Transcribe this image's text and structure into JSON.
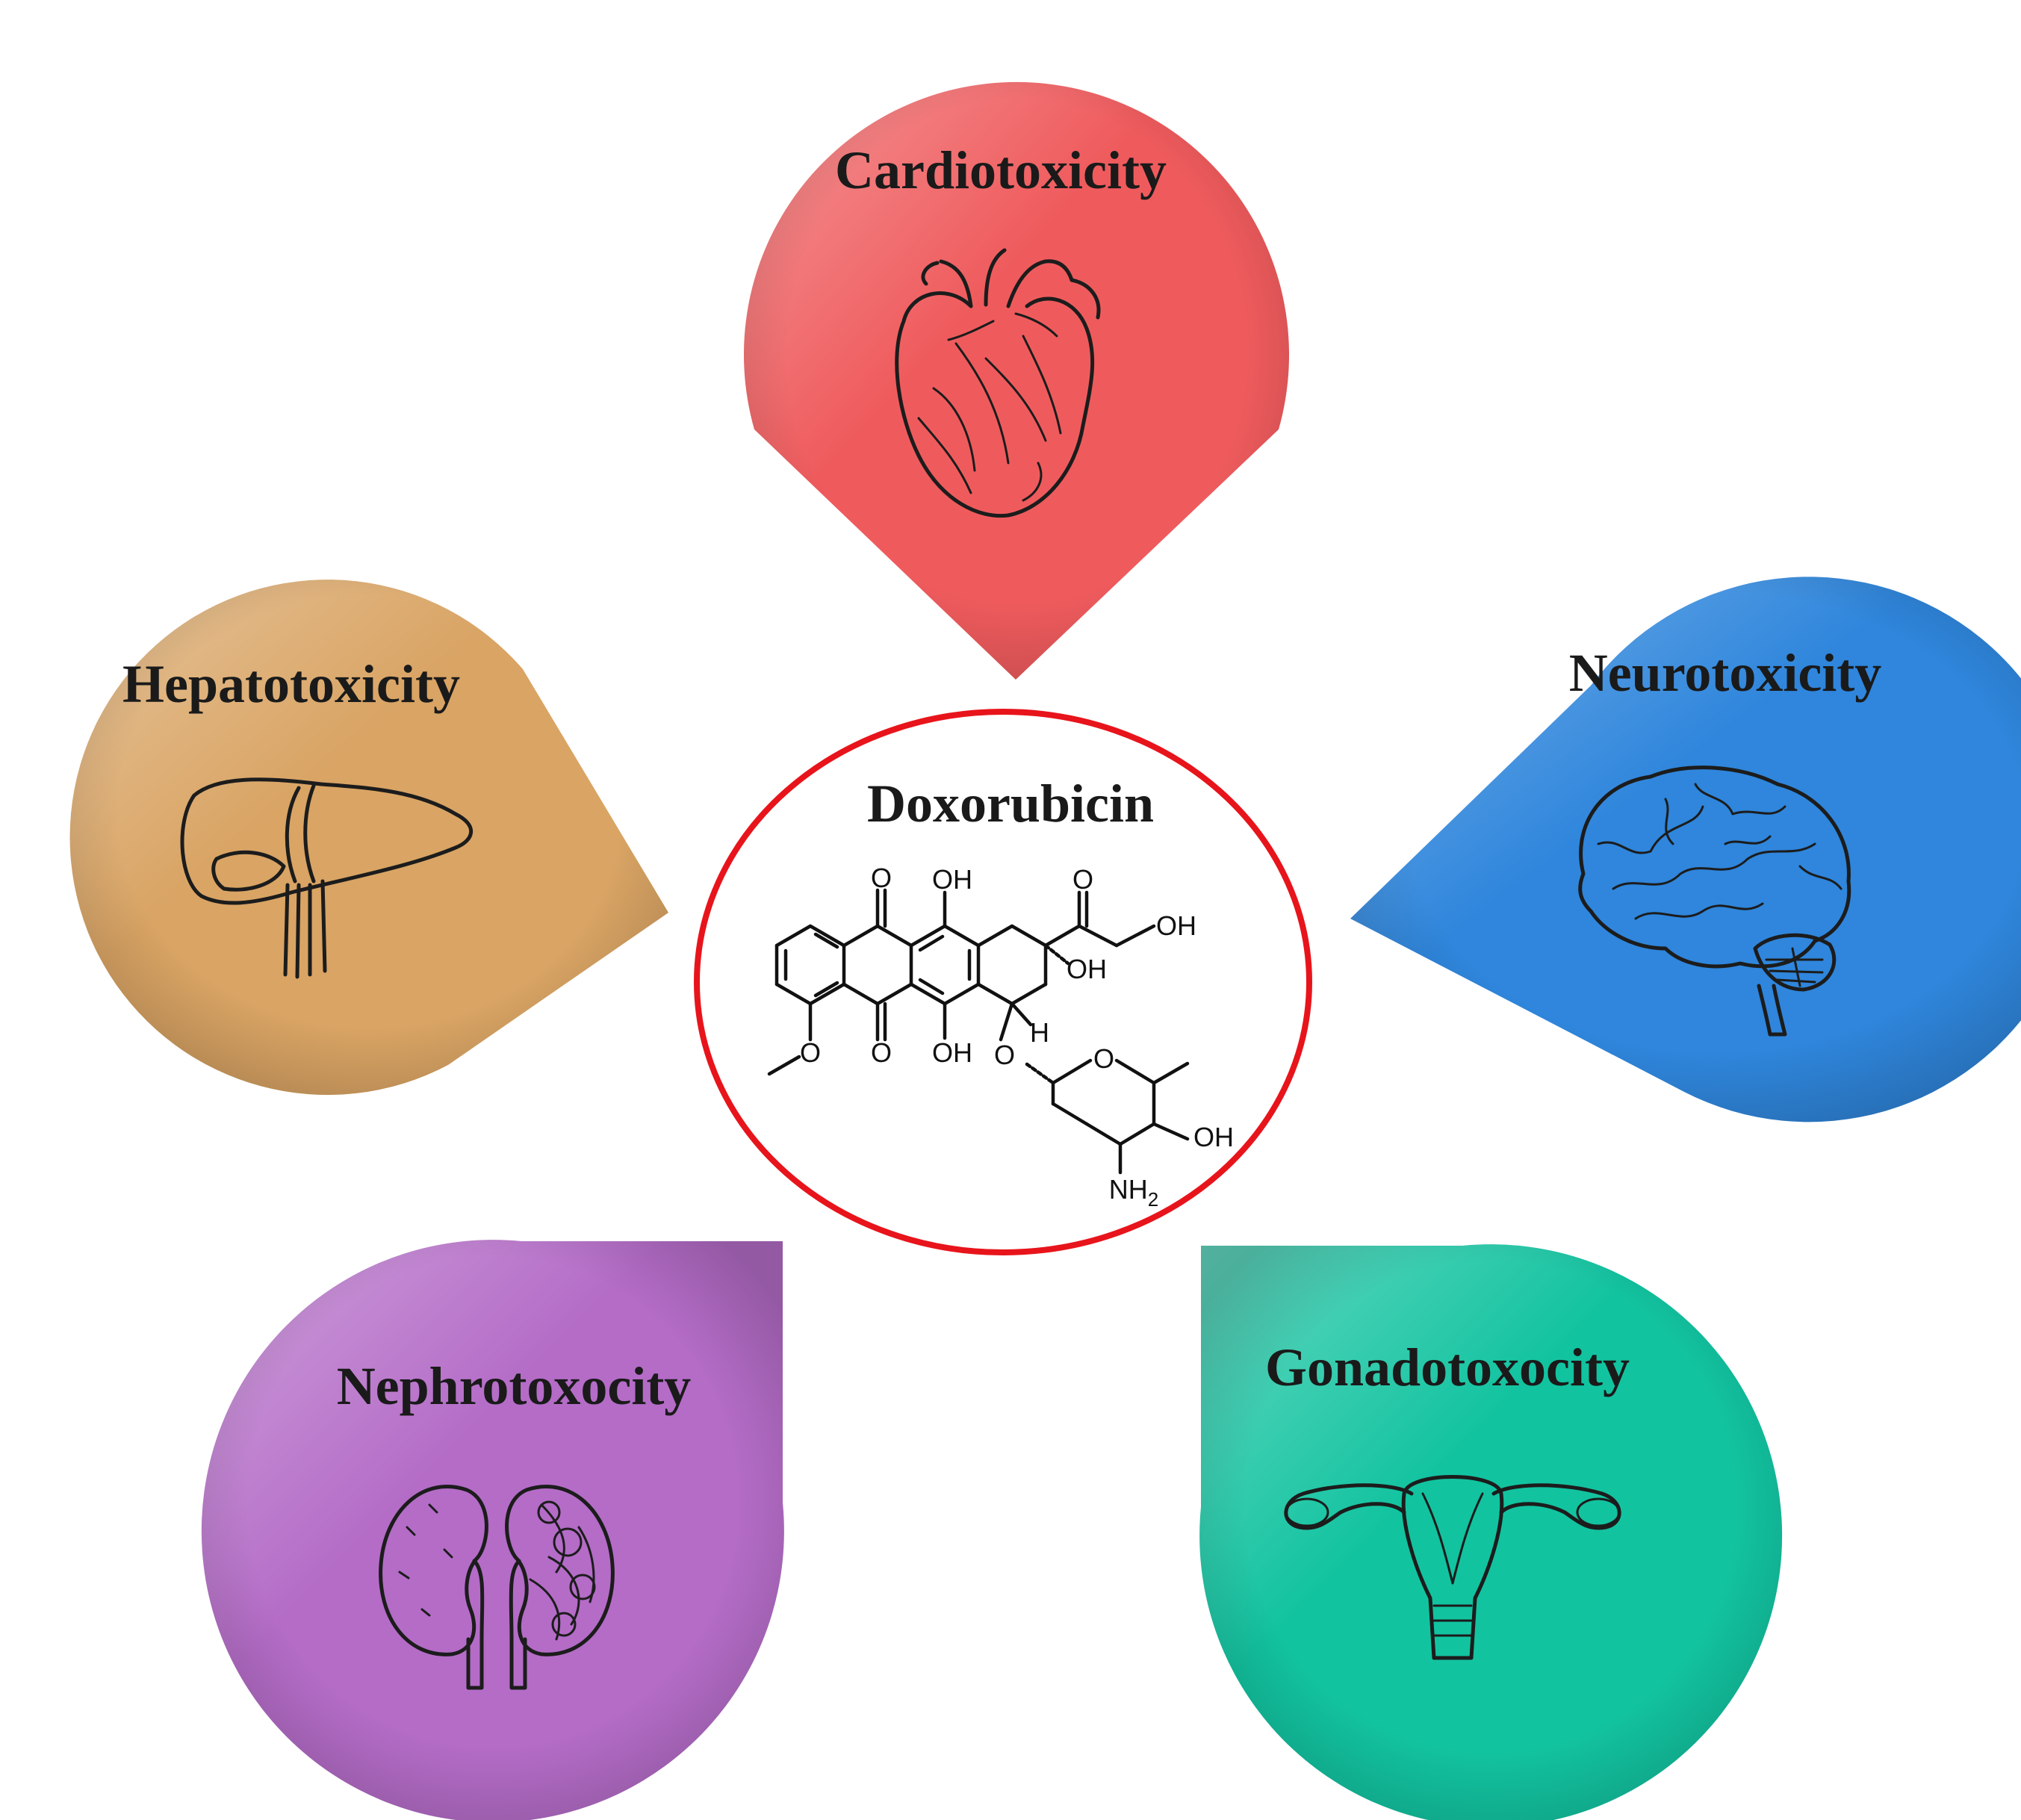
{
  "center": {
    "title": "Doxorubicin",
    "ring_color": "#e8141b",
    "atoms": {
      "o_top_left": "O",
      "oh_top_mid": "OH",
      "o_top_right": "O",
      "oh_side_chain": "OH",
      "oh_ring": "OH",
      "o_bottom_left": "O",
      "oh_bottom_mid": "OH",
      "methoxy_o": "O",
      "h_label": "H",
      "o_glycoside": "O",
      "o_sugar_ring": "O",
      "oh_sugar": "OH",
      "nh2": "NH",
      "nh2_sub": "2"
    }
  },
  "petals": [
    {
      "id": "cardio",
      "label": "Cardiotoxicity",
      "color": "#ef5b5d",
      "icon": "heart-icon"
    },
    {
      "id": "neuro",
      "label": "Neurotoxicity",
      "color": "#2f86dc",
      "icon": "brain-icon"
    },
    {
      "id": "gonado",
      "label": "Gonadotoxocity",
      "color": "#12c3a0",
      "icon": "uterus-icon"
    },
    {
      "id": "nephro",
      "label": "Nephrotoxocity",
      "color": "#b46cc7",
      "icon": "kidneys-icon"
    },
    {
      "id": "hepato",
      "label": "Hepatotoxicity",
      "color": "#d9a464",
      "icon": "liver-icon"
    }
  ]
}
